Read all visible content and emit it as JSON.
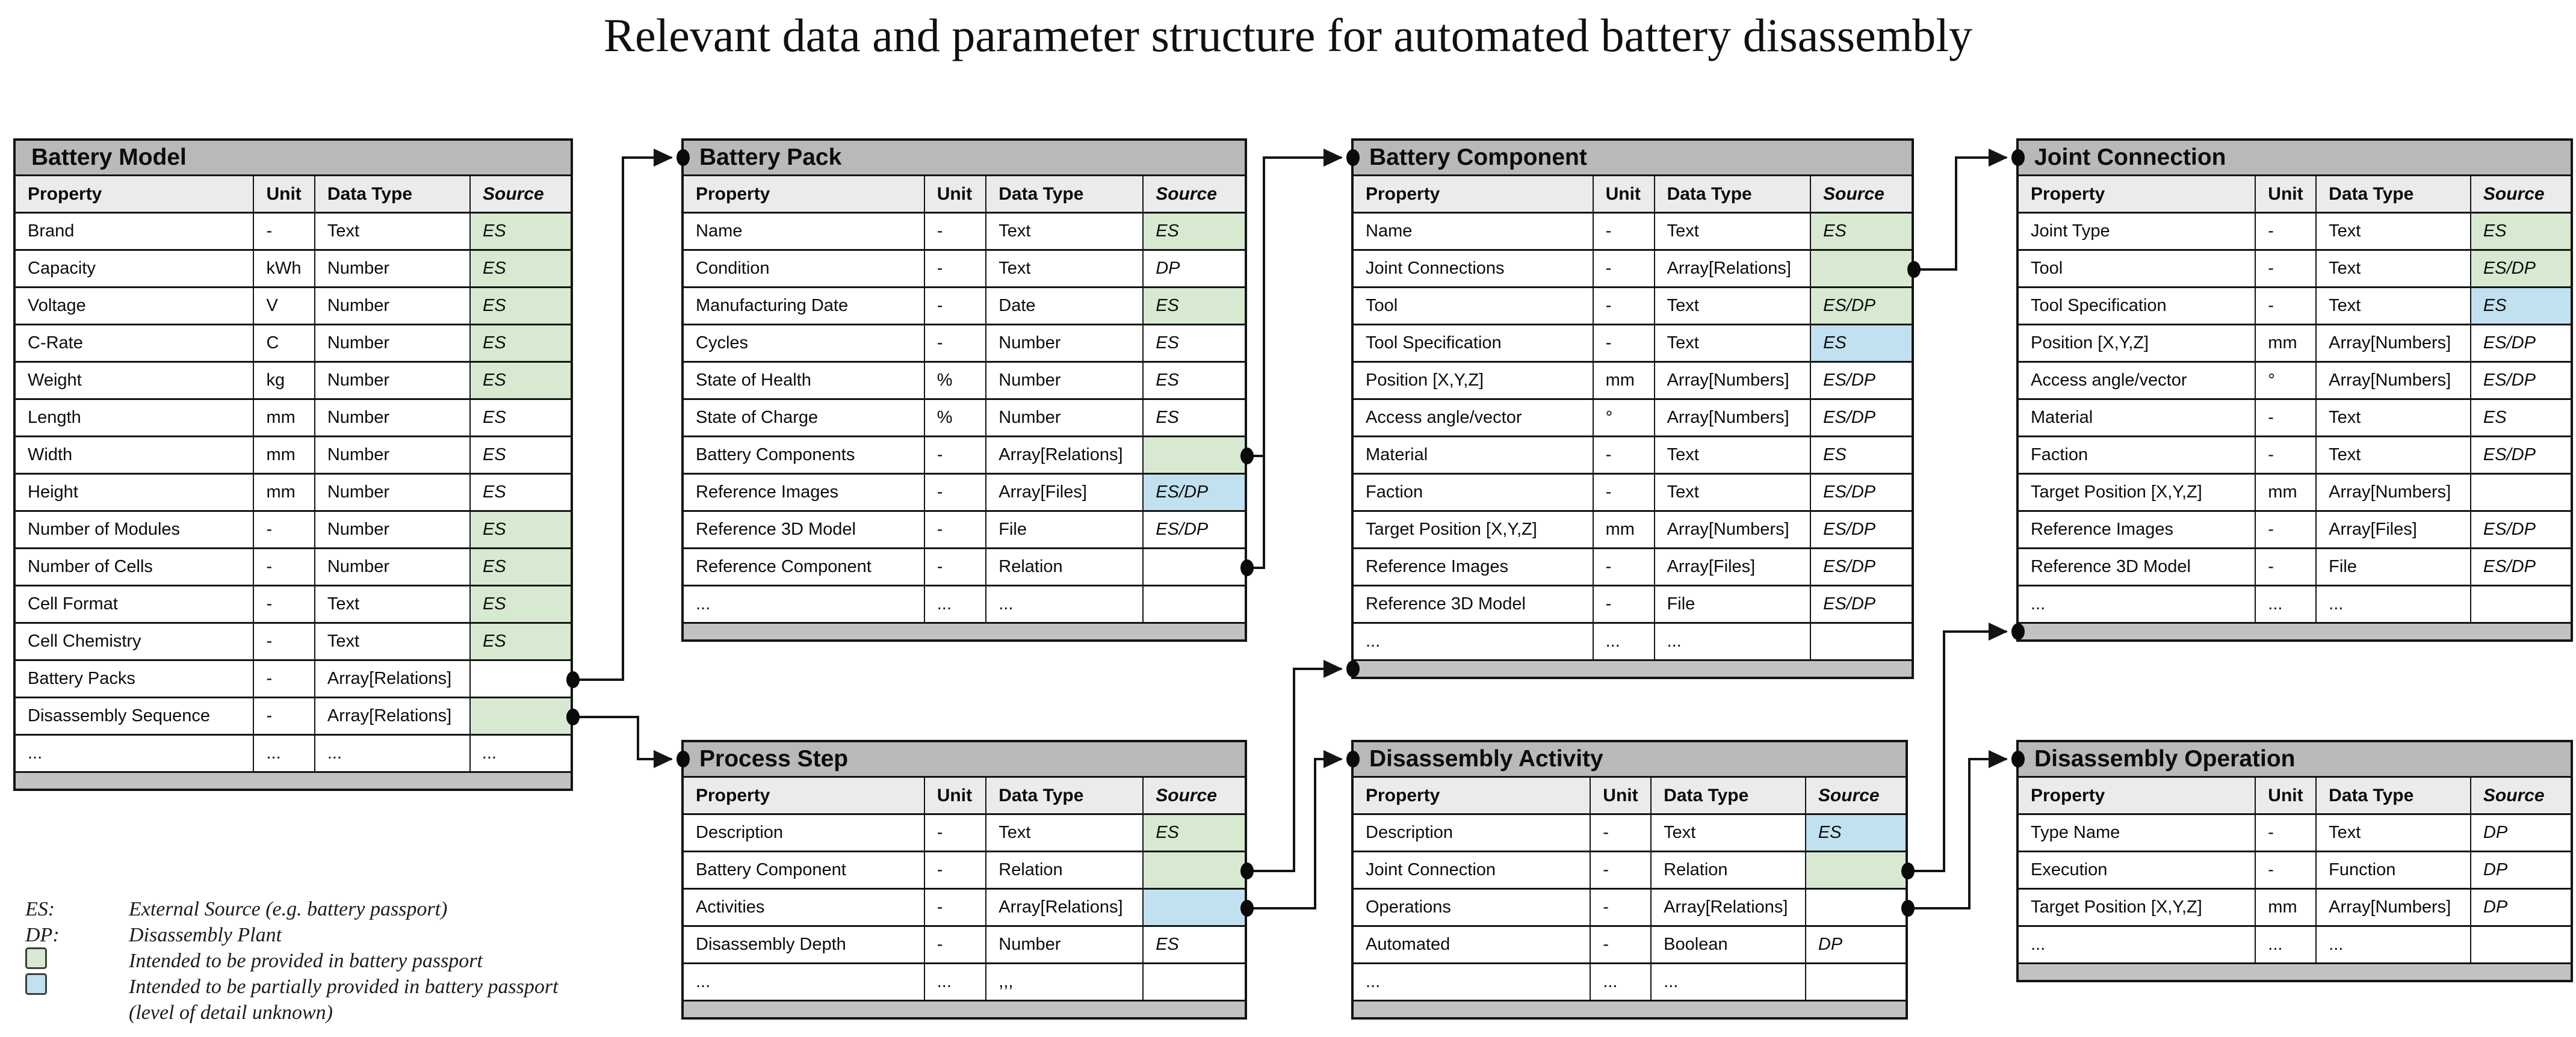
{
  "title": "Relevant data and parameter structure for automated battery disassembly",
  "colors": {
    "green": "#d7e9d0",
    "blue": "#c1e1f1",
    "title_bar": "#b9b9b9",
    "column_header": "#ebebeb",
    "footer": "#c2c2c2"
  },
  "column_headers": [
    "Property",
    "Unit",
    "Data Type",
    "Source"
  ],
  "tables": [
    {
      "id": "battery-model",
      "title": "Battery Model",
      "rows": [
        {
          "property": "Brand",
          "unit": "-",
          "data_type": "Text",
          "source": "ES",
          "highlight": "green"
        },
        {
          "property": "Capacity",
          "unit": "kWh",
          "data_type": "Number",
          "source": "ES",
          "highlight": "green"
        },
        {
          "property": "Voltage",
          "unit": "V",
          "data_type": "Number",
          "source": "ES",
          "highlight": "green"
        },
        {
          "property": "C-Rate",
          "unit": "C",
          "data_type": "Number",
          "source": "ES",
          "highlight": "green"
        },
        {
          "property": "Weight",
          "unit": "kg",
          "data_type": "Number",
          "source": "ES",
          "highlight": "green"
        },
        {
          "property": "Length",
          "unit": "mm",
          "data_type": "Number",
          "source": "ES",
          "highlight": "none"
        },
        {
          "property": "Width",
          "unit": "mm",
          "data_type": "Number",
          "source": "ES",
          "highlight": "none"
        },
        {
          "property": "Height",
          "unit": "mm",
          "data_type": "Number",
          "source": "ES",
          "highlight": "none"
        },
        {
          "property": "Number of Modules",
          "unit": "-",
          "data_type": "Number",
          "source": "ES",
          "highlight": "green"
        },
        {
          "property": "Number of Cells",
          "unit": "-",
          "data_type": "Number",
          "source": "ES",
          "highlight": "green"
        },
        {
          "property": "Cell Format",
          "unit": "-",
          "data_type": "Text",
          "source": "ES",
          "highlight": "green"
        },
        {
          "property": "Cell Chemistry",
          "unit": "-",
          "data_type": "Text",
          "source": "ES",
          "highlight": "green"
        },
        {
          "property": "Battery Packs",
          "unit": "-",
          "data_type": "Array[Relations]",
          "source": "",
          "highlight": "none"
        },
        {
          "property": "Disassembly Sequence",
          "unit": "-",
          "data_type": "Array[Relations]",
          "source": "",
          "highlight": "green"
        },
        {
          "property": "...",
          "unit": "...",
          "data_type": "...",
          "source": "...",
          "highlight": "none"
        }
      ]
    },
    {
      "id": "battery-pack",
      "title": "Battery Pack",
      "rows": [
        {
          "property": "Name",
          "unit": "-",
          "data_type": "Text",
          "source": "ES",
          "highlight": "green"
        },
        {
          "property": "Condition",
          "unit": "-",
          "data_type": "Text",
          "source": "DP",
          "highlight": "none"
        },
        {
          "property": "Manufacturing Date",
          "unit": "-",
          "data_type": "Date",
          "source": "ES",
          "highlight": "green"
        },
        {
          "property": "Cycles",
          "unit": "-",
          "data_type": "Number",
          "source": "ES",
          "highlight": "none"
        },
        {
          "property": "State of Health",
          "unit": "%",
          "data_type": "Number",
          "source": "ES",
          "highlight": "none"
        },
        {
          "property": "State of Charge",
          "unit": "%",
          "data_type": "Number",
          "source": "ES",
          "highlight": "none"
        },
        {
          "property": "Battery Components",
          "unit": "-",
          "data_type": "Array[Relations]",
          "source": "",
          "highlight": "green"
        },
        {
          "property": "Reference Images",
          "unit": "-",
          "data_type": "Array[Files]",
          "source": "ES/DP",
          "highlight": "blue"
        },
        {
          "property": "Reference 3D Model",
          "unit": "-",
          "data_type": "File",
          "source": "ES/DP",
          "highlight": "none"
        },
        {
          "property": "Reference Component",
          "unit": "-",
          "data_type": "Relation",
          "source": "",
          "highlight": "none"
        },
        {
          "property": "...",
          "unit": "...",
          "data_type": "...",
          "source": "",
          "highlight": "none"
        }
      ]
    },
    {
      "id": "battery-component",
      "title": "Battery Component",
      "rows": [
        {
          "property": "Name",
          "unit": "-",
          "data_type": "Text",
          "source": "ES",
          "highlight": "green"
        },
        {
          "property": "Joint Connections",
          "unit": "-",
          "data_type": "Array[Relations]",
          "source": "",
          "highlight": "green"
        },
        {
          "property": "Tool",
          "unit": "-",
          "data_type": "Text",
          "source": "ES/DP",
          "highlight": "green"
        },
        {
          "property": "Tool Specification",
          "unit": "-",
          "data_type": "Text",
          "source": "ES",
          "highlight": "blue"
        },
        {
          "property": "Position [X,Y,Z]",
          "unit": "mm",
          "data_type": "Array[Numbers]",
          "source": "ES/DP",
          "highlight": "none"
        },
        {
          "property": "Access angle/vector",
          "unit": "°",
          "data_type": "Array[Numbers]",
          "source": "ES/DP",
          "highlight": "none"
        },
        {
          "property": "Material",
          "unit": "-",
          "data_type": "Text",
          "source": "ES",
          "highlight": "none"
        },
        {
          "property": "Faction",
          "unit": "-",
          "data_type": "Text",
          "source": "ES/DP",
          "highlight": "none"
        },
        {
          "property": "Target Position [X,Y,Z]",
          "unit": "mm",
          "data_type": "Array[Numbers]",
          "source": "ES/DP",
          "highlight": "none"
        },
        {
          "property": "Reference Images",
          "unit": "-",
          "data_type": "Array[Files]",
          "source": "ES/DP",
          "highlight": "none"
        },
        {
          "property": "Reference 3D Model",
          "unit": "-",
          "data_type": "File",
          "source": "ES/DP",
          "highlight": "none"
        },
        {
          "property": "...",
          "unit": "...",
          "data_type": "...",
          "source": "",
          "highlight": "none"
        }
      ]
    },
    {
      "id": "joint-connection",
      "title": "Joint Connection",
      "rows": [
        {
          "property": "Joint Type",
          "unit": "-",
          "data_type": "Text",
          "source": "ES",
          "highlight": "green"
        },
        {
          "property": "Tool",
          "unit": "-",
          "data_type": "Text",
          "source": "ES/DP",
          "highlight": "green"
        },
        {
          "property": "Tool Specification",
          "unit": "-",
          "data_type": "Text",
          "source": "ES",
          "highlight": "blue"
        },
        {
          "property": "Position [X,Y,Z]",
          "unit": "mm",
          "data_type": "Array[Numbers]",
          "source": "ES/DP",
          "highlight": "none"
        },
        {
          "property": "Access angle/vector",
          "unit": "°",
          "data_type": "Array[Numbers]",
          "source": "ES/DP",
          "highlight": "none"
        },
        {
          "property": "Material",
          "unit": "-",
          "data_type": "Text",
          "source": "ES",
          "highlight": "none"
        },
        {
          "property": "Faction",
          "unit": "-",
          "data_type": "Text",
          "source": "ES/DP",
          "highlight": "none"
        },
        {
          "property": "Target Position [X,Y,Z]",
          "unit": "mm",
          "data_type": "Array[Numbers]",
          "source": "",
          "highlight": "none"
        },
        {
          "property": "Reference Images",
          "unit": "-",
          "data_type": "Array[Files]",
          "source": "ES/DP",
          "highlight": "none"
        },
        {
          "property": "Reference 3D Model",
          "unit": "-",
          "data_type": "File",
          "source": "ES/DP",
          "highlight": "none"
        },
        {
          "property": "...",
          "unit": "...",
          "data_type": "...",
          "source": "",
          "highlight": "none"
        }
      ]
    },
    {
      "id": "process-step",
      "title": "Process Step",
      "rows": [
        {
          "property": "Description",
          "unit": "-",
          "data_type": "Text",
          "source": "ES",
          "highlight": "green"
        },
        {
          "property": "Battery Component",
          "unit": "-",
          "data_type": "Relation",
          "source": "",
          "highlight": "green"
        },
        {
          "property": "Activities",
          "unit": "-",
          "data_type": "Array[Relations]",
          "source": "",
          "highlight": "blue"
        },
        {
          "property": "Disassembly Depth",
          "unit": "-",
          "data_type": "Number",
          "source": "ES",
          "highlight": "none"
        },
        {
          "property": "...",
          "unit": "...",
          "data_type": ",,,",
          "source": "",
          "highlight": "none"
        }
      ]
    },
    {
      "id": "disassembly-activity",
      "title": "Disassembly Activity",
      "rows": [
        {
          "property": "Description",
          "unit": "-",
          "data_type": "Text",
          "source": "ES",
          "highlight": "blue"
        },
        {
          "property": "Joint Connection",
          "unit": "-",
          "data_type": "Relation",
          "source": "",
          "highlight": "green"
        },
        {
          "property": "Operations",
          "unit": "-",
          "data_type": "Array[Relations]",
          "source": "",
          "highlight": "none"
        },
        {
          "property": "Automated",
          "unit": "-",
          "data_type": "Boolean",
          "source": "DP",
          "highlight": "none"
        },
        {
          "property": "...",
          "unit": "...",
          "data_type": "...",
          "source": "",
          "highlight": "none"
        }
      ]
    },
    {
      "id": "disassembly-operation",
      "title": "Disassembly Operation",
      "rows": [
        {
          "property": "Type Name",
          "unit": "-",
          "data_type": "Text",
          "source": "DP",
          "highlight": "none"
        },
        {
          "property": "Execution",
          "unit": "-",
          "data_type": "Function",
          "source": "DP",
          "highlight": "none"
        },
        {
          "property": "Target Position [X,Y,Z]",
          "unit": "mm",
          "data_type": "Array[Numbers]",
          "source": "DP",
          "highlight": "none"
        },
        {
          "property": "...",
          "unit": "...",
          "data_type": "...",
          "source": "",
          "highlight": "none"
        }
      ]
    }
  ],
  "connections": [
    {
      "from_table": "battery-model",
      "from_property": "Battery Packs",
      "to_table": "battery-pack",
      "to_anchor": "header"
    },
    {
      "from_table": "battery-model",
      "from_property": "Disassembly Sequence",
      "to_table": "process-step",
      "to_anchor": "header"
    },
    {
      "from_table": "battery-pack",
      "from_property": "Battery Components",
      "to_table": "battery-component",
      "to_anchor": "header"
    },
    {
      "from_table": "battery-pack",
      "from_property": "Reference Component",
      "to_table": "battery-component",
      "to_anchor": "header"
    },
    {
      "from_table": "battery-component",
      "from_property": "Joint Connections",
      "to_table": "joint-connection",
      "to_anchor": "header"
    },
    {
      "from_table": "process-step",
      "from_property": "Battery Component",
      "to_table": "battery-component",
      "to_anchor": "footer"
    },
    {
      "from_table": "process-step",
      "from_property": "Activities",
      "to_table": "disassembly-activity",
      "to_anchor": "header"
    },
    {
      "from_table": "disassembly-activity",
      "from_property": "Joint Connection",
      "to_table": "joint-connection",
      "to_anchor": "footer"
    },
    {
      "from_table": "disassembly-activity",
      "from_property": "Operations",
      "to_table": "disassembly-operation",
      "to_anchor": "header"
    }
  ],
  "legend": {
    "es_abbr": "ES:",
    "es_text": "External Source (e.g. battery passport)",
    "dp_abbr": "DP:",
    "dp_text": "Disassembly Plant",
    "green_text": "Intended to be provided in battery passport",
    "blue_text": "Intended to be partially provided in battery passport",
    "blue_text_cont": "(level of detail unknown)"
  }
}
